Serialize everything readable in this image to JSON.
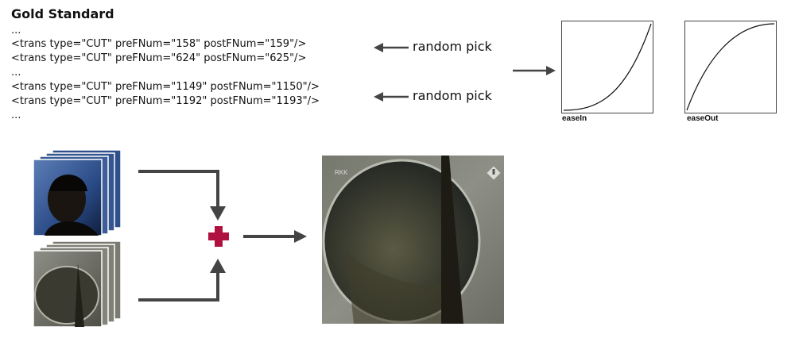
{
  "gold_standard": {
    "title": "Gold Standard",
    "lines": [
      "...",
      "<trans type=\"CUT\" preFNum=\"158\" postFNum=\"159\"/>",
      "<trans type=\"CUT\" preFNum=\"624\" postFNum=\"625\"/>",
      "...",
      "<trans type=\"CUT\" preFNum=\"1149\" postFNum=\"1150\"/>",
      "<trans type=\"CUT\" preFNum=\"1192\" postFNum=\"1193\"/>",
      "..."
    ]
  },
  "annotations": {
    "random_pick_1": "random pick",
    "random_pick_2": "random pick"
  },
  "curves": {
    "ease_in": "easeIn",
    "ease_out": "easeOut"
  },
  "frames": {
    "blend_symbol": "+",
    "watermark": "RKK"
  },
  "colors": {
    "arrow": "#444444",
    "plus": "#b0123f"
  }
}
